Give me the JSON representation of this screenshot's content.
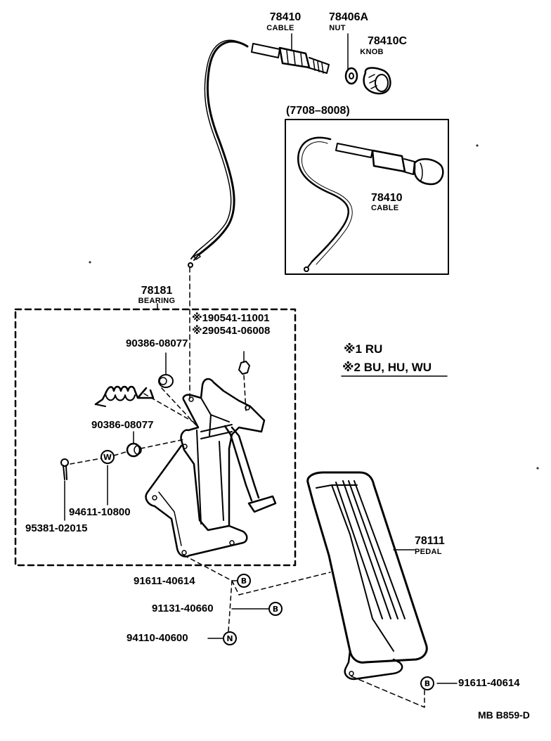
{
  "parts": {
    "cable_top": {
      "number": "78410",
      "name": "CABLE"
    },
    "nut": {
      "number": "78406A",
      "name": "NUT"
    },
    "knob": {
      "number": "78410C",
      "name": "KNOB"
    },
    "inset_period": "(7708–8008)",
    "cable_inset": {
      "number": "78410",
      "name": "CABLE"
    },
    "bearing": {
      "number": "78181",
      "name": "BEARING"
    },
    "ref_1": "※190541-11001",
    "ref_2": "※290541-06008",
    "ref_3": "90386-08077",
    "ref_4": "90386-08077",
    "ref_5": "94611-10800",
    "ref_6": "95381-02015",
    "pedal": {
      "number": "78111",
      "name": "PEDAL"
    },
    "bolt_1": "91611-40614",
    "bolt_2": "91131-40660",
    "nut_2": "94110-40600",
    "bolt_3": "91611-40614"
  },
  "legend": {
    "line1": "※1 RU",
    "line2": "※2 BU, HU, WU"
  },
  "badges": {
    "b": "B",
    "n": "N",
    "w": "W"
  },
  "footer_code": "MB B859-D"
}
